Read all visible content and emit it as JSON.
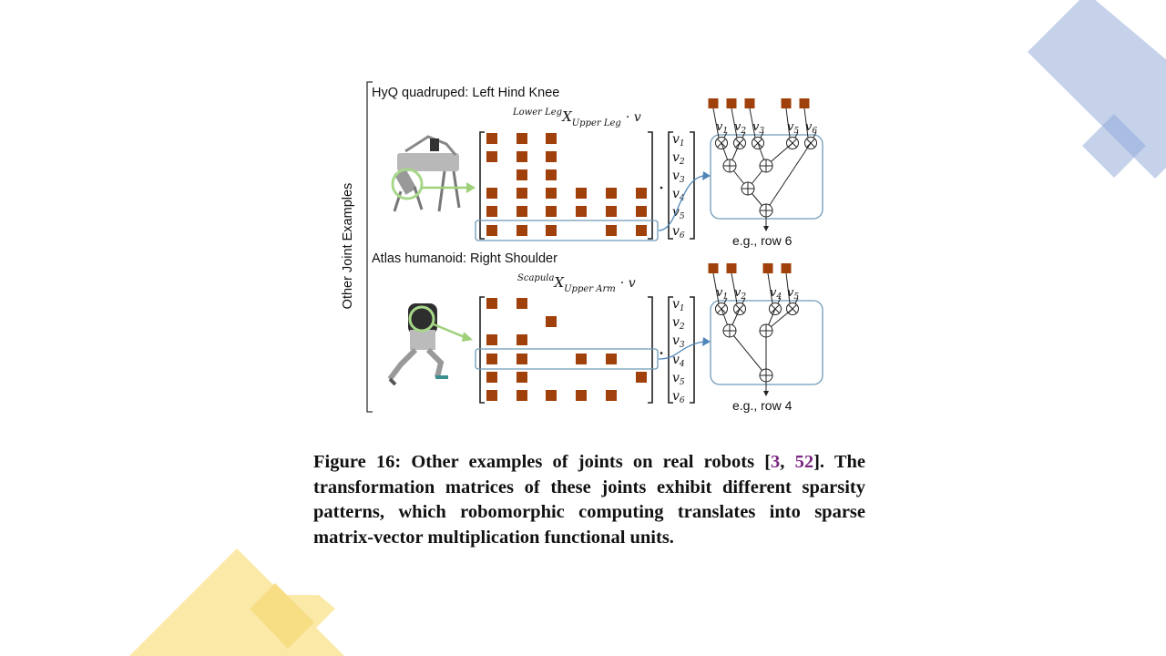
{
  "colors": {
    "matrix_cell": "#a0400a",
    "highlight_box": "#6e9ab8",
    "arrow_green": "#9fd07a",
    "arrow_blue": "#4e86b8",
    "ref_purple": "#7b2482",
    "deco_blue": "#c5d2ea",
    "deco_blue_dark": "#a9bce2",
    "deco_yellow": "#fbe9a8",
    "deco_yellow_dark": "#f7de85"
  },
  "figure": {
    "side_label": "Other Joint Examples",
    "panels": [
      {
        "title": "HyQ quadruped: Left Hind Knee",
        "robot": "HyQ quadruped robot photo",
        "formula": {
          "sup": "Lower Leg",
          "base": "X",
          "sub": "Upper Leg",
          "tail": "· v"
        },
        "matrix_pattern": [
          [
            1,
            1,
            1,
            0,
            0,
            0
          ],
          [
            1,
            1,
            1,
            0,
            0,
            0
          ],
          [
            0,
            1,
            1,
            0,
            0,
            0
          ],
          [
            1,
            1,
            1,
            1,
            1,
            1
          ],
          [
            1,
            1,
            1,
            1,
            1,
            1
          ],
          [
            1,
            1,
            1,
            0,
            1,
            1
          ]
        ],
        "highlighted_row": 6,
        "vector": [
          "v1",
          "v2",
          "v3",
          "v4",
          "v5",
          "v6"
        ],
        "unit_inputs": [
          "v1",
          "v2",
          "v3",
          "v5",
          "v6"
        ],
        "example_label": "e.g., row 6"
      },
      {
        "title": "Atlas humanoid: Right Shoulder",
        "robot": "Atlas humanoid robot photo",
        "formula": {
          "sup": "Scapula",
          "base": "X",
          "sub": "Upper Arm",
          "tail": "· v"
        },
        "matrix_pattern": [
          [
            1,
            1,
            0,
            0,
            0,
            0
          ],
          [
            0,
            0,
            1,
            0,
            0,
            0
          ],
          [
            1,
            1,
            0,
            0,
            0,
            0
          ],
          [
            1,
            1,
            0,
            1,
            1,
            0
          ],
          [
            1,
            1,
            0,
            0,
            0,
            1
          ],
          [
            1,
            1,
            1,
            1,
            1,
            0
          ]
        ],
        "highlighted_row": 4,
        "vector": [
          "v1",
          "v2",
          "v3",
          "v4",
          "v5",
          "v6"
        ],
        "unit_inputs": [
          "v1",
          "v2",
          "v4",
          "v5"
        ],
        "example_label": "e.g., row 4"
      }
    ]
  },
  "caption": {
    "prefix": "Figure 16: Other examples of joints on real robots [",
    "ref1": "3",
    "sep": ", ",
    "ref2": "52",
    "suffix": "]. The transformation matrices of these joints exhibit different sparsity patterns, which robomorphic computing translates into sparse matrix-vector multiplication functional units."
  }
}
